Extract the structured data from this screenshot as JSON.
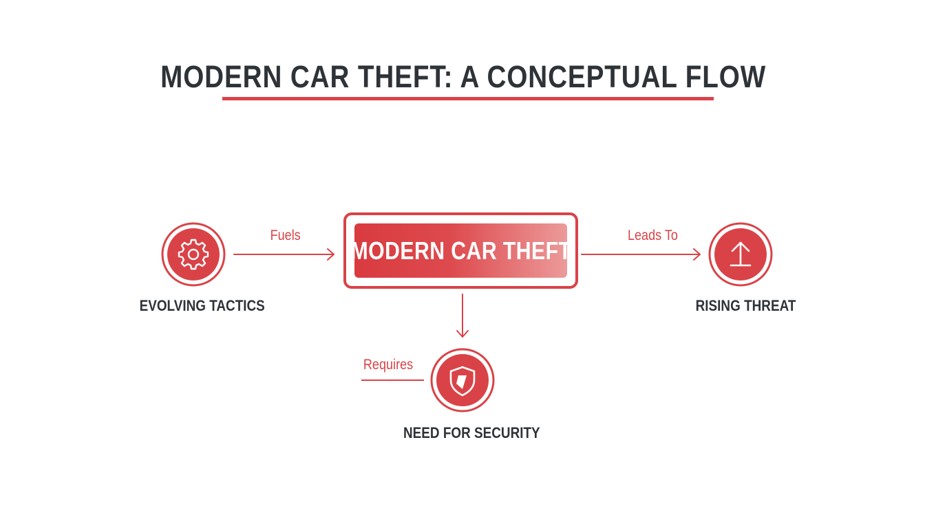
{
  "title": "MODERN CAR THEFT: A CONCEPTUAL FLOW",
  "colors": {
    "accent": "#d94347",
    "text": "#2e3338",
    "background": "#ffffff"
  },
  "center": {
    "label": "MODERN CAR THEFT"
  },
  "nodes": {
    "evolving": {
      "label": "EVOLVING TACTICS",
      "icon": "gear-icon"
    },
    "rising": {
      "label": "RISING THREAT",
      "icon": "arrow-up-icon"
    },
    "security": {
      "label": "NEED FOR SECURITY",
      "icon": "shield-icon"
    }
  },
  "edges": {
    "fuels": "Fuels",
    "leads_to": "Leads To",
    "requires": "Requires"
  }
}
